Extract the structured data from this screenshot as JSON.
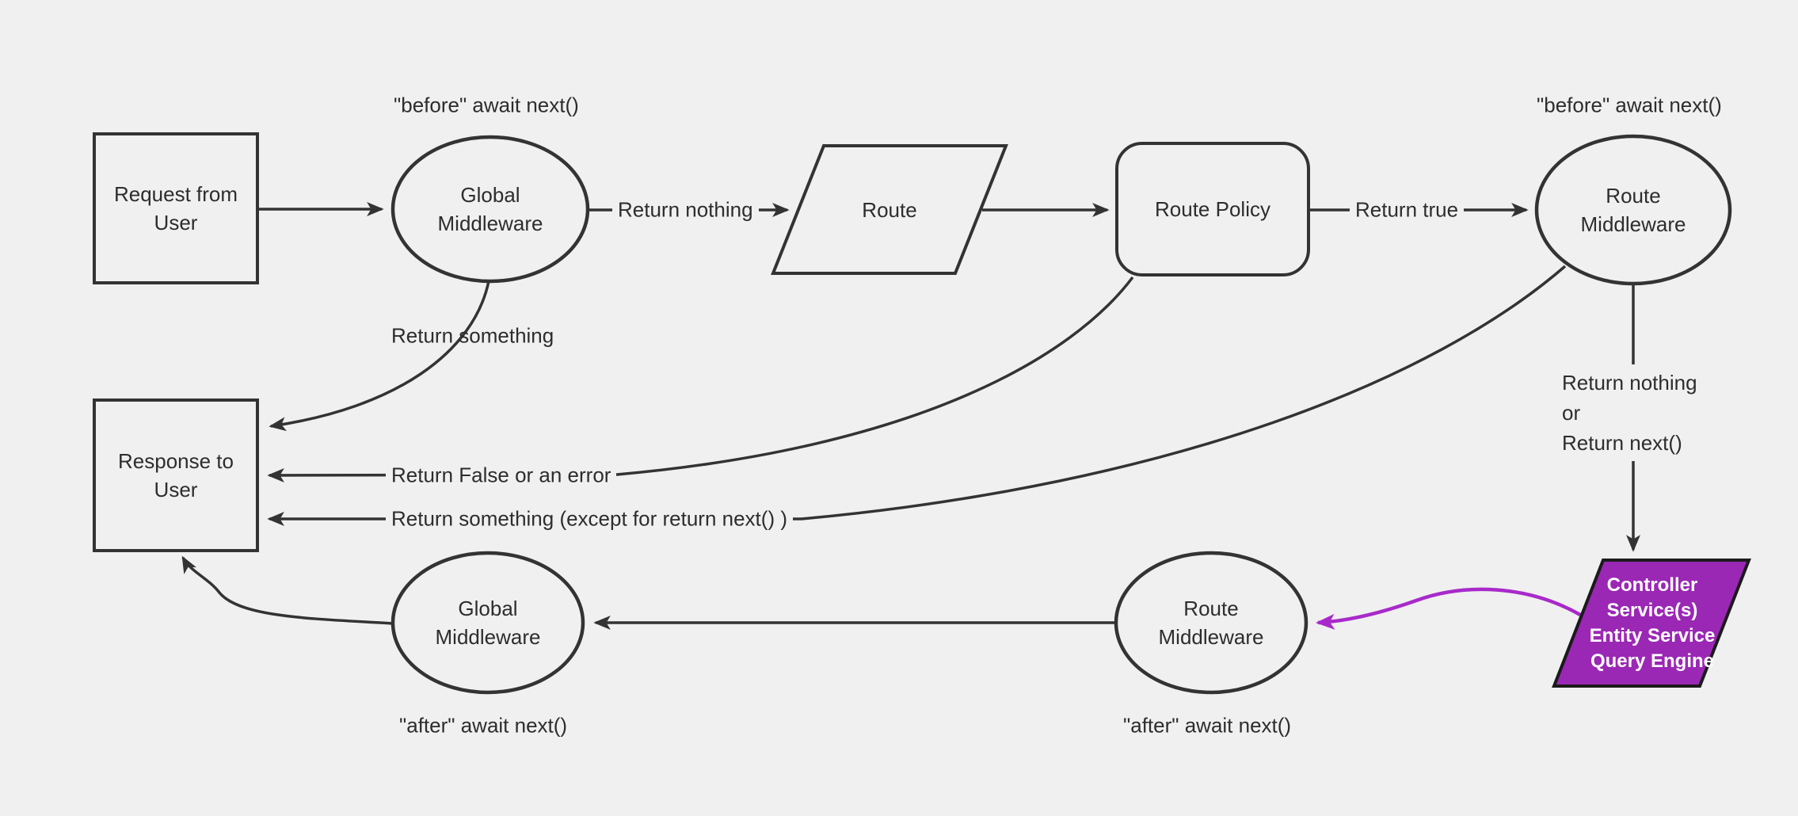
{
  "title": "Middleware request flow diagram",
  "colors": {
    "background": "#f0f0f0",
    "line": "#333333",
    "text": "#2d2d2d",
    "node_fill": "#f0f0f0",
    "purple_fill": "#9b27b5",
    "purple_line": "#a82aca",
    "purple_border": "#1b1b1b",
    "purple_text": "#ffffff"
  },
  "nodes": {
    "request_from_user": {
      "label": "Request from User",
      "shape": "rectangle"
    },
    "global_middleware_top": {
      "label": "Global Middleware",
      "shape": "ellipse"
    },
    "route": {
      "label": "Route",
      "shape": "parallelogram"
    },
    "route_policy": {
      "label": "Route Policy",
      "shape": "rounded-rectangle"
    },
    "route_middleware_top": {
      "label": "Route Middleware",
      "shape": "ellipse"
    },
    "response_to_user": {
      "label": "Response to User",
      "shape": "rectangle"
    },
    "global_middleware_bottom": {
      "label": "Global Middleware",
      "shape": "ellipse"
    },
    "route_middleware_bottom": {
      "label": "Route Middleware",
      "shape": "ellipse"
    },
    "controller_services": {
      "lines": [
        "Controller",
        "Service(s)",
        "Entity Service",
        "Query Engine"
      ],
      "shape": "parallelogram"
    }
  },
  "annotations": {
    "before_await_left": "\"before\" await next()",
    "before_await_right": "\"before\" await next()",
    "after_await_left": "\"after\" await next()",
    "after_await_right": "\"after\" await next()"
  },
  "edge_labels": {
    "return_nothing": "Return nothing",
    "return_true": "Return true",
    "return_something": "Return something",
    "return_false_or_error": "Return False or an error",
    "return_something_except": "Return something (except for return next() )",
    "return_nothing_or": [
      "Return nothing",
      "or",
      "Return next()"
    ]
  }
}
